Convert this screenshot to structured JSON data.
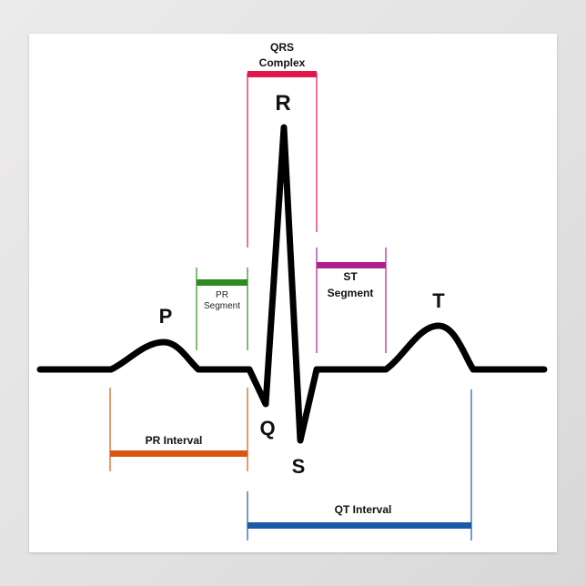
{
  "waves": {
    "p": "P",
    "q": "Q",
    "r": "R",
    "s": "S",
    "t": "T"
  },
  "qrs": {
    "line1": "QRS",
    "line2": "Complex",
    "color": "#e0174a"
  },
  "pr_segment": {
    "line1": "PR",
    "line2": "Segment",
    "color": "#2e8b1f"
  },
  "st_segment": {
    "line1": "ST",
    "line2": "Segment",
    "color": "#b0208e"
  },
  "pr_interval": {
    "label": "PR Interval",
    "color": "#d9560f"
  },
  "qt_interval": {
    "label": "QT Interval",
    "color": "#1c5aa8"
  },
  "trace_color": "#000000"
}
